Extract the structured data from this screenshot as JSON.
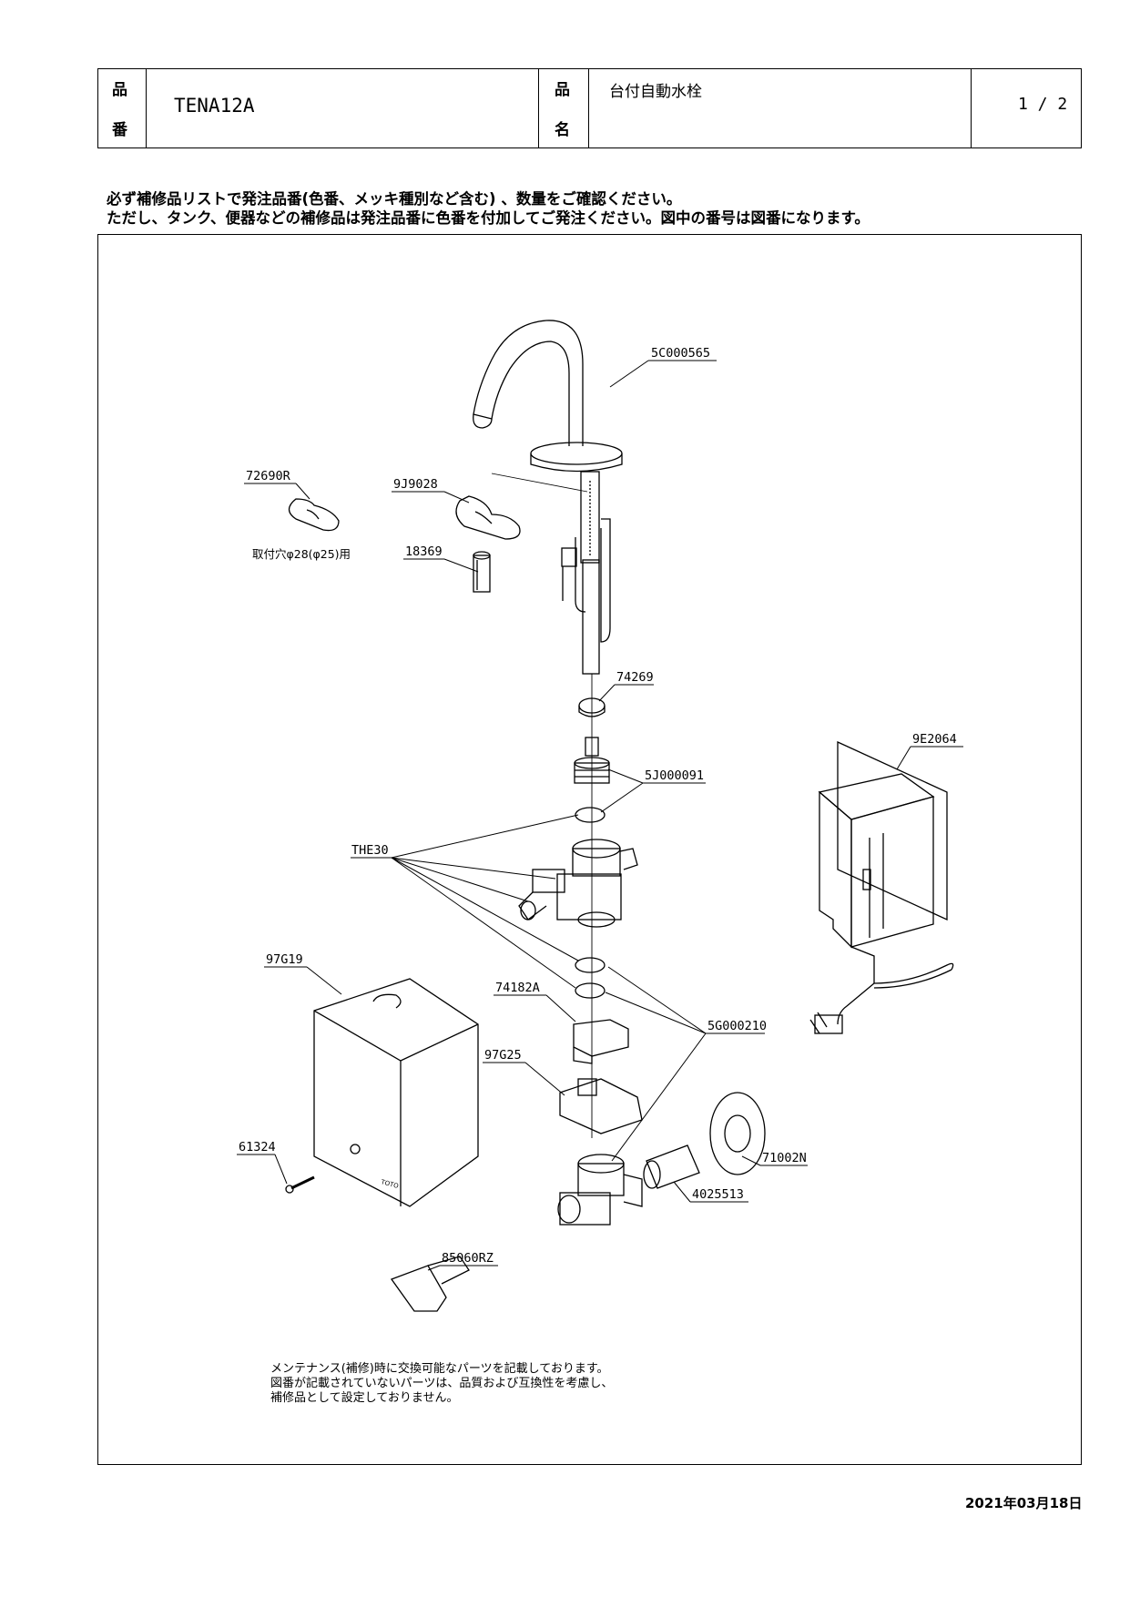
{
  "header": {
    "part_no_label_top": "品",
    "part_no_label_bottom": "番",
    "part_no": "TENA12A",
    "part_name_label_top": "品",
    "part_name_label_bottom": "名",
    "part_name": "台付自動水栓",
    "page": "1 / 2"
  },
  "notes": {
    "line1": "必ず補修品リストで発注品番(色番、メッキ種別など含む) 、数量をご確認ください。",
    "line2": "ただし、タンク、便器などの補修品は発注品番に色番を付加してご発注ください。図中の番号は図番になります。"
  },
  "parts": {
    "spout": "5C000565",
    "washer_a": "72690R",
    "washer_b": "9J9028",
    "hole_note": "取付穴φ28(φ25)用",
    "nut": "18369",
    "p74269": "74269",
    "p5J000091": "5J000091",
    "the30": "THE30",
    "p9E2064": "9E2064",
    "p97G19": "97G19",
    "p74182A": "74182A",
    "p5G000210": "5G000210",
    "p97G25": "97G25",
    "p61324": "61324",
    "p71002N": "71002N",
    "p4025513": "4025513",
    "p85060RZ": "85060RZ"
  },
  "cover_brand": "TOTO",
  "caption": {
    "line1": "メンテナンス(補修)時に交換可能なパーツを記載しております。",
    "line2": "図番が記載されていないパーツは、品質および互換性を考慮し、",
    "line3": "補修品として設定しておりません。"
  },
  "date": "2021年03月18日"
}
